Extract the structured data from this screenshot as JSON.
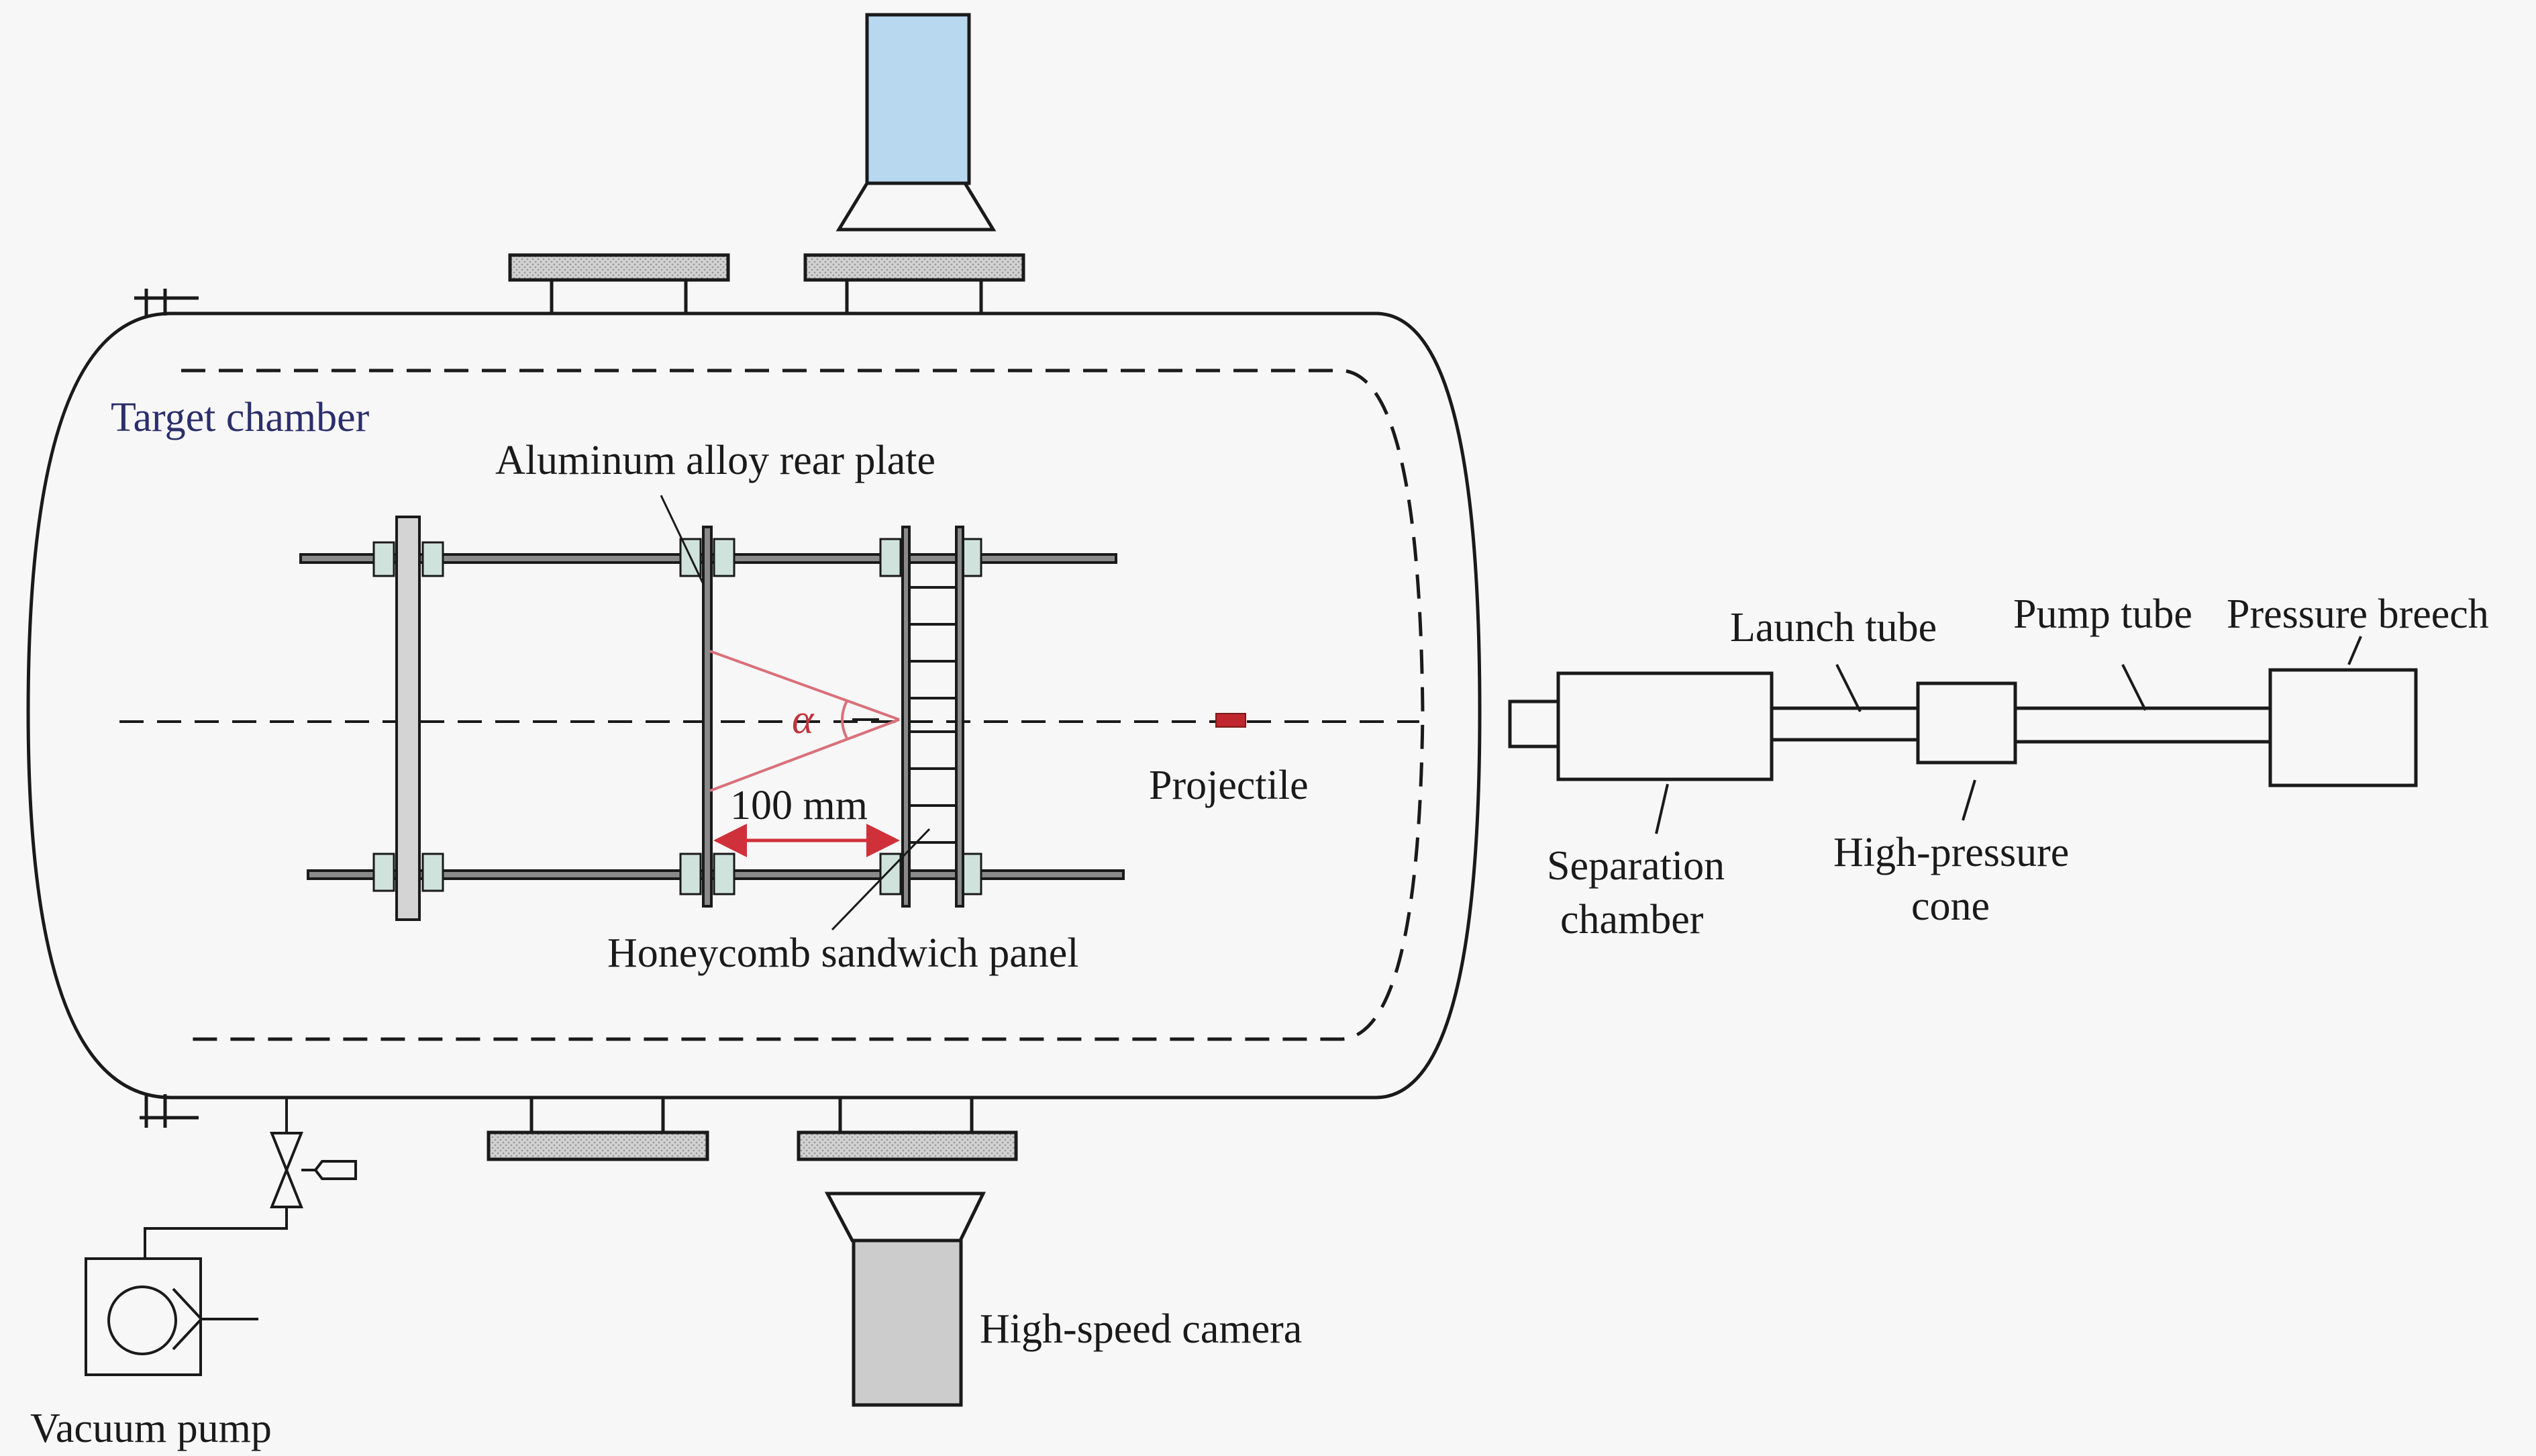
{
  "labels": {
    "target_chamber": "Target chamber",
    "aluminum_rear_plate": "Aluminum alloy rear plate",
    "honeycomb_panel": "Honeycomb sandwich panel",
    "distance": "100 mm",
    "angle": "α",
    "projectile": "Projectile",
    "separation_chamber_line1": "Separation",
    "separation_chamber_line2": "chamber",
    "launch_tube": "Launch tube",
    "high_pressure_cone_line1": "High-pressure",
    "high_pressure_cone_line2": "cone",
    "pump_tube": "Pump tube",
    "pressure_breech": "Pressure breech",
    "high_speed_camera": "High-speed camera",
    "vacuum_pump": "Vacuum pump"
  },
  "colors": {
    "line": "#1a1a1a",
    "background": "#f7f7f7",
    "flange_fill": "#c8c8c8",
    "clamp_fill": "#cfe3dc",
    "camera_lens_top": "#b7d8ef",
    "camera_body_bottom": "#cccccc",
    "projectile": "#c0262e",
    "angle_lines": "#d9707a",
    "dimension_arrow": "#d0303a",
    "target_chamber_label": "#2b2f6b"
  }
}
